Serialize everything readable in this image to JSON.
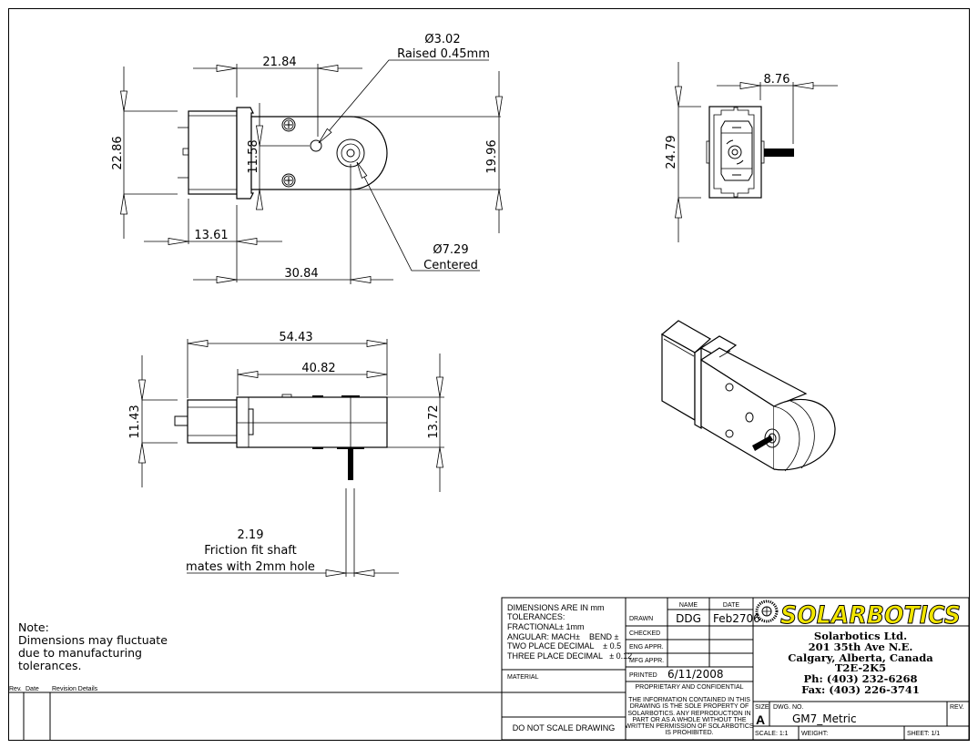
{
  "top_view": {
    "dim_overall_height": "22.86",
    "dim_to_hole": "21.84",
    "dim_hole_offset": "11.58",
    "dim_gearbox_height": "19.96",
    "dim_motor_length": "13.61",
    "dim_to_shaft": "30.84",
    "hole_callout": {
      "diameter": "Ø3.02",
      "note": "Raised 0.45mm"
    },
    "shaft_callout": {
      "diameter": "Ø7.29",
      "note": "Centered"
    }
  },
  "side_view": {
    "dim_overall_length": "54.43",
    "dim_gearbox_length": "40.82",
    "dim_motor_height": "11.43",
    "dim_gearbox_thickness": "13.72",
    "shaft_dim": "2.19",
    "shaft_note_1": "Friction fit shaft",
    "shaft_note_2": "mates with 2mm hole"
  },
  "end_view": {
    "dim_height": "24.79",
    "dim_shaft_length": "8.76"
  },
  "note": {
    "title": "Note:",
    "lines": [
      "Dimensions may fluctuate",
      "due to manufacturing",
      "tolerances."
    ]
  },
  "revision_block": {
    "rev": "Rev.",
    "date": "Date",
    "details": "Revision Details"
  },
  "title_block": {
    "tolerances": {
      "line1": "DIMENSIONS ARE IN mm",
      "line2": "TOLERANCES:",
      "line3": "FRACTIONAL± 1mm",
      "line4": "ANGULAR: MACH±    BEND ±",
      "line5": "TWO PLACE DECIMAL    ± 0.5",
      "line6": "THREE PLACE DECIMAL   ± 0.12"
    },
    "material_label": "MATERIAL",
    "do_not_scale": "DO NOT SCALE DRAWING",
    "col_name": "NAME",
    "col_date": "DATE",
    "drawn_label": "DRAWN",
    "drawn_name": "DDG",
    "drawn_date": "Feb2706",
    "checked_label": "CHECKED",
    "eng_label": "ENG APPR.",
    "mfg_label": "MFG APPR.",
    "printed_label": "PRINTED",
    "printed_date": "6/11/2008",
    "proprietary_title": "PROPRIETARY AND CONFIDENTIAL",
    "proprietary_lines": [
      "THE INFORMATION CONTAINED IN THIS",
      "DRAWING IS THE SOLE PROPERTY OF",
      "SOLARBOTICS.  ANY REPRODUCTION IN",
      "PART OR AS A WHOLE WITHOUT THE",
      "WRITTEN PERMISSION OF SOLARBOTICS",
      "IS PROHIBITED."
    ],
    "logo_text": "SOLARBOTICS",
    "logo_color": "#f2e600",
    "company": [
      "Solarbotics Ltd.",
      "201 35th Ave N.E.",
      "Calgary, Alberta, Canada",
      "T2E-2K5",
      "Ph: (403) 232-6268",
      "Fax: (403) 226-3741"
    ],
    "size_label": "SIZE",
    "size_value": "A",
    "dwg_no_label": "DWG.  NO.",
    "dwg_no_value": "GM7_Metric",
    "rev_label": "REV.",
    "scale": "SCALE: 1:1",
    "weight": "WEIGHT:",
    "sheet": "SHEET: 1/1"
  }
}
